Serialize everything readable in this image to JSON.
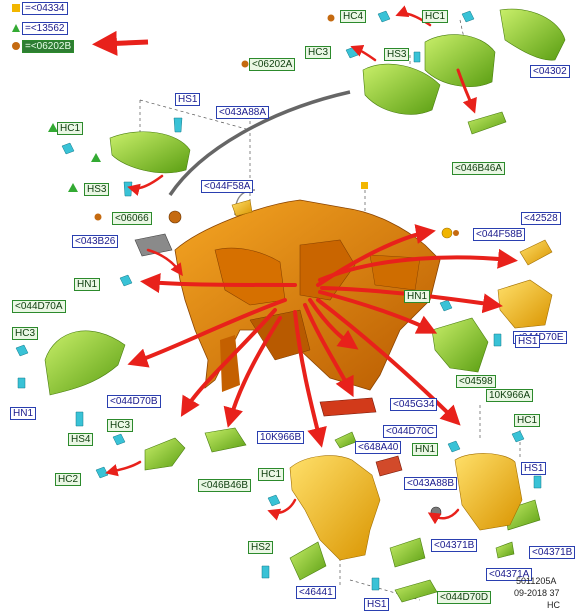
{
  "legend": {
    "items": [
      {
        "label": "=<04334",
        "color": "#f2b600",
        "shape": "square"
      },
      {
        "label": "=<13562",
        "color": "#33aa33",
        "shape": "triangle"
      },
      {
        "label": "=<06202B",
        "color": "#c56a10",
        "shape": "circle",
        "highlight": true
      }
    ]
  },
  "labels": {
    "hc4": "HC4",
    "hc1_top": "HC1",
    "hc3_top": "HC3",
    "hs3_top": "HS3",
    "p06202a": "<06202A",
    "p04302": "<04302",
    "p046b46a": "<046B46A",
    "hs1_a": "HS1",
    "p043a88a": "<043A88A",
    "hc1_left": "HC1",
    "hs3_left": "HS3",
    "p044f58a": "<044F58A",
    "p06066": "<06066",
    "p043b26": "<043B26",
    "p044f58b": "<044F58B",
    "p42528": "<42528",
    "hn1_left": "HN1",
    "hn1_right": "HN1",
    "p044d70e": "<044D70E",
    "p044d70a": "<044D70A",
    "hc3_left": "HC3",
    "hs1_right": "HS1",
    "p04598": "<04598",
    "p10k966a": "10K966A",
    "hn1_left2": "HN1",
    "hs4": "HS4",
    "p044d70b": "<044D70B",
    "hc3_mid": "HC3",
    "p045g34": "<045G34",
    "p044d70c": "<044D70C",
    "hn1_mid": "HN1",
    "hc1_right": "HC1",
    "p648a40": "<648A40",
    "hc2": "HC2",
    "p046b46b": "<046B46B",
    "p10k966b": "10K966B",
    "hc1_bottom": "HC1",
    "p043a88b": "<043A88B",
    "hs1_right2": "HS1",
    "p04371b_a": "<04371B",
    "p04371b_b": "<04371B",
    "p04371a": "<04371A",
    "hs2": "HS2",
    "p46441": "<46441",
    "hs1_bottom": "HS1",
    "p044d70d": "<044D70D"
  },
  "footer": {
    "code": "5011205A",
    "date": "09-2018 37",
    "lang": "HC"
  },
  "colors": {
    "arrow": "#e8211b",
    "part_orange": "#e07b00",
    "part_green": "#8bd12a",
    "part_yellow": "#f0b400",
    "clip_cyan": "#39c2d6",
    "label_blue": "#2a3fb0",
    "label_green": "#2c8a2c",
    "highlight": "#2e7d32"
  }
}
